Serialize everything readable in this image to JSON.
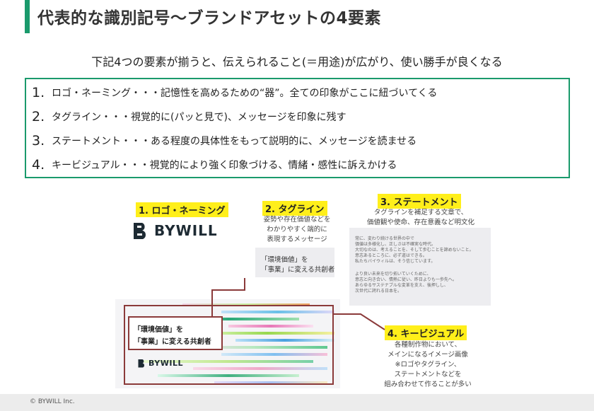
{
  "title": "代表的な識別記号～ブランドアセットの4要素",
  "subtitle": "下記4つの要素が揃うと、伝えられること(＝用途)が広がり、使い勝手が良くなる",
  "elements": [
    {
      "num": "1.",
      "text": "ロゴ・ネーミング・・・記憶性を高めるための“器”。全ての印象がここに紐づいてくる"
    },
    {
      "num": "2.",
      "text": "タグライン・・・視覚的に(パッと見で)、メッセージを印象に残す"
    },
    {
      "num": "3.",
      "text": "ステートメント・・・ある程度の具体性をもって説明的に、メッセージを読ませる"
    },
    {
      "num": "4.",
      "text": "キービジュアル・・・視覚的により強く印象づける、情緒・感性に訴えかける"
    }
  ],
  "diagram": {
    "logo": {
      "label": "1. ロゴ・ネーミング",
      "brand": "BYWILL"
    },
    "tagline": {
      "label": "2. タグライン",
      "desc": [
        "姿勢や存在価値などを",
        "わかりやすく端的に",
        "表現するメッセージ"
      ],
      "card": [
        "「環境価値」を",
        "「事業」に変える共創者"
      ]
    },
    "statement": {
      "label": "3. ステートメント",
      "desc": [
        "タグラインを補足する文章で、",
        "価値観や使命、存在意義など明文化"
      ],
      "card": [
        "常に、変わり続ける世界の中で",
        "価値は多様化し、正しさは不確実な時代。",
        "大切なのは、考えることを、そして歩むことを諦めないこと。",
        "意志あるところに、必ず道はできる。",
        "私たちバイウィルは、そう信じています。",
        "",
        "より良い未来を切り拓いていくために、",
        "意志と向き合い、情熱に従い、昨日よりも一歩先へ。",
        "あらゆるサステナブルな変革を支え、後押しし、",
        "次世代に誇れる日本を。"
      ]
    },
    "keyvisual": {
      "label": "4. キービジュアル",
      "desc": [
        "各種制作物において、",
        "メインになるイメージ画像",
        "※ロゴやタグライン、",
        "ステートメントなどを",
        "組み合わせて作ることが多い"
      ],
      "inner": [
        "「環境価値」を",
        "「事業」に変える共創者"
      ],
      "brand": "BYWILL"
    }
  },
  "colors": {
    "accent": "#1a9a6c",
    "highlight": "#ffef1a",
    "connector": "#8b3a3a"
  },
  "footer": "© BYWILL Inc."
}
